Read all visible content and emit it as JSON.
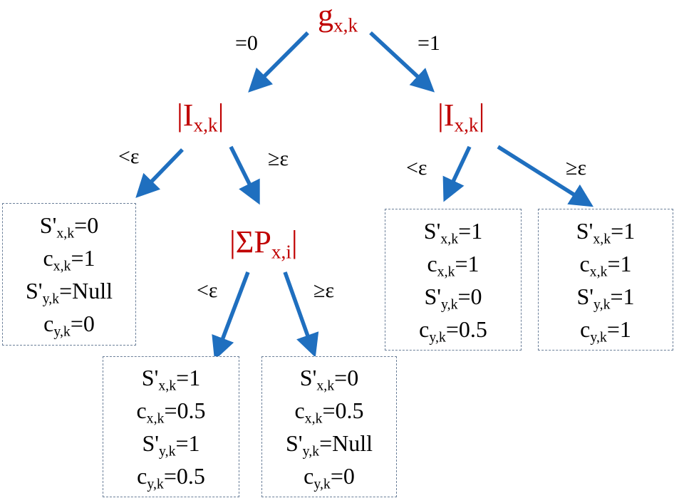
{
  "colors": {
    "node": "#c00000",
    "arrow": "#1f6fbf",
    "leaf_border": "#6b7f99"
  },
  "nodes": {
    "root": {
      "base": "g",
      "sub": "x,k"
    },
    "left": {
      "base": "|I",
      "sub": "x,k",
      "tail": "|"
    },
    "right": {
      "base": "|I",
      "sub": "x,k",
      "tail": "|"
    },
    "sum": {
      "base": "|ΣP",
      "sub": "x,i",
      "tail": "|"
    }
  },
  "edges": {
    "root_left": "=0",
    "root_right": "=1",
    "left_leaf1": "<ε",
    "left_sum": "≥ε",
    "sum_leaf2": "<ε",
    "sum_leaf3": "≥ε",
    "right_leaf4": "<ε",
    "right_leaf5": "≥ε"
  },
  "leaves": [
    {
      "lines": [
        {
          "pre": "S'",
          "sub": "x,k",
          "post": "=0"
        },
        {
          "pre": "c",
          "sub": "x,k",
          "post": "=1"
        },
        {
          "pre": "S'",
          "sub": "y,k",
          "post": "=Null"
        },
        {
          "pre": "c",
          "sub": "y,k",
          "post": "=0"
        }
      ]
    },
    {
      "lines": [
        {
          "pre": "S'",
          "sub": "x,k",
          "post": "=1"
        },
        {
          "pre": "c",
          "sub": "x,k",
          "post": "=0.5"
        },
        {
          "pre": "S'",
          "sub": "y,k",
          "post": "=1"
        },
        {
          "pre": "c",
          "sub": "y,k",
          "post": "=0.5"
        }
      ]
    },
    {
      "lines": [
        {
          "pre": "S'",
          "sub": "x,k",
          "post": "=0"
        },
        {
          "pre": "c",
          "sub": "x,k",
          "post": "=0.5"
        },
        {
          "pre": "S'",
          "sub": "y,k",
          "post": "=Null"
        },
        {
          "pre": "c",
          "sub": "y,k",
          "post": "=0"
        }
      ]
    },
    {
      "lines": [
        {
          "pre": "S'",
          "sub": "x,k",
          "post": "=1"
        },
        {
          "pre": "c",
          "sub": "x,k",
          "post": "=1"
        },
        {
          "pre": "S'",
          "sub": "y,k",
          "post": "=0"
        },
        {
          "pre": "c",
          "sub": "y,k",
          "post": "=0.5"
        }
      ]
    },
    {
      "lines": [
        {
          "pre": "S'",
          "sub": "x,k",
          "post": "=1"
        },
        {
          "pre": "c",
          "sub": "x,k",
          "post": "=1"
        },
        {
          "pre": "S'",
          "sub": "y,k",
          "post": "=1"
        },
        {
          "pre": "c",
          "sub": "y,k",
          "post": "=1"
        }
      ]
    }
  ]
}
